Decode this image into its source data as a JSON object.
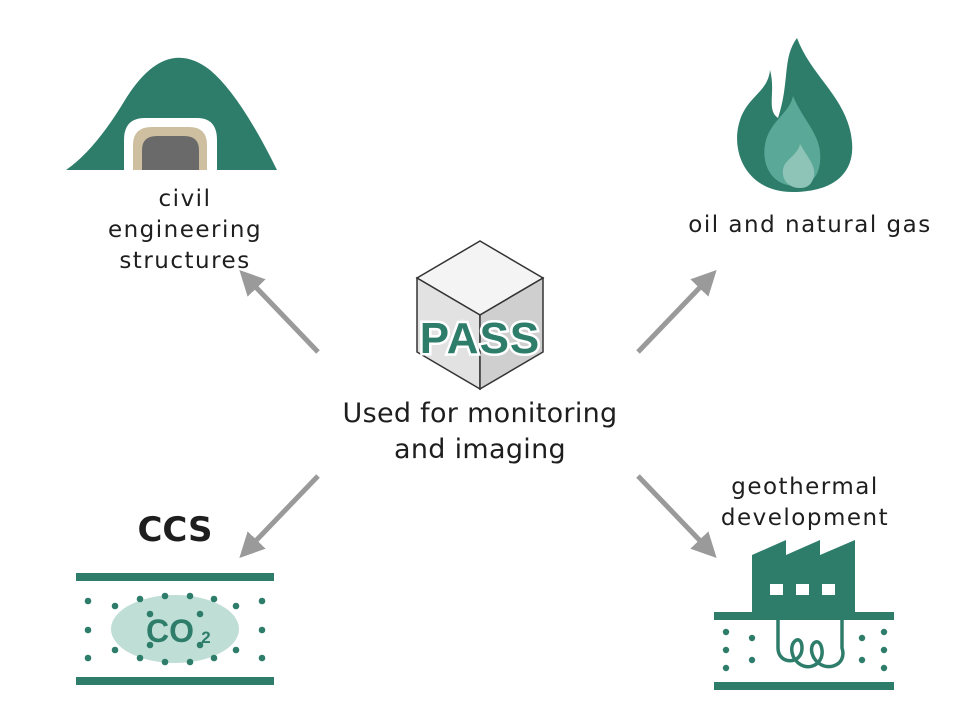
{
  "hub": {
    "title": "PASS",
    "description": "Used for monitoring\nand imaging"
  },
  "applications": {
    "civil": "civil\nengineering\nstructures",
    "oil_gas": "oil and natural gas",
    "ccs": "CCS",
    "co2": "CO",
    "co2_sub": "2",
    "geothermal": "geothermal\ndevelopment"
  },
  "colors": {
    "accent": "#2e7d6b",
    "accent_light": "#bfded6",
    "arrow": "#9a9a9a",
    "cube_light": "#f0f0f0",
    "cube_side": "#d8d8d8"
  },
  "icons": [
    "tunnel-icon",
    "flame-icon",
    "co2-storage-icon",
    "factory-icon",
    "cube-icon"
  ]
}
